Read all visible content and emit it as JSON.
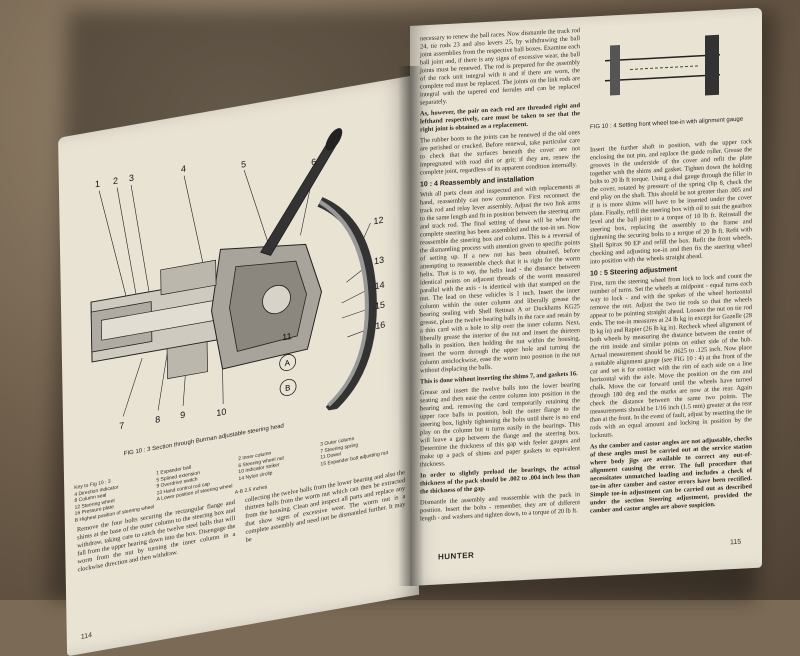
{
  "left_page": {
    "figure_caption": "FIG 10 : 3   Section through Burman adjustable steering head",
    "callouts_top": [
      "1",
      "2",
      "3",
      "4",
      "5",
      "6"
    ],
    "callouts_right": [
      "12",
      "13",
      "14",
      "15",
      "16"
    ],
    "callouts_bottom": [
      "7",
      "8",
      "9",
      "10",
      "11"
    ],
    "key": [
      "Key to Fig 10 : 3",
      "1 Expander ball",
      "2 Inner column",
      "3 Outer column",
      "4 Direction indicator",
      "5 Splined extension",
      "6 Steering wheel nut",
      "7 Steering spring",
      "8 Column seal",
      "9 Overdrive switch",
      "10 Indicator striker",
      "11 Dowel",
      "12 Steering wheel",
      "13 Hand control rod cap",
      "14 Nylon circlip",
      "15 Expander bolt adjusting nut",
      "16 Pressure plate",
      "A Lower position of steering wheel",
      "B Highest position of steering wheel",
      "A-B 2.5 inches"
    ],
    "body_left": "Remove the four bolts securing the rectangular flange and shims at the base of the outer column to the steering box and withdraw, taking care to catch the twelve steel balls that will fall from the upper bearing down into the box. Disengage the worm from the nut by turning the inner column in a clockwise direction and then withdraw.",
    "body_right": "collecting the twelve balls from the lower bearing and also the thirteen balls from the worm nut which can then be extracted from the housing. Clean and inspect all parts and replace any that show signs of excessive wear. The worm nut is a complete assembly and need not be dismantled further. It may be",
    "page_number": "114"
  },
  "right_page": {
    "figure_caption": "FIG 10 : 4   Setting front wheel toe-in with alignment gauge",
    "col1_text": "necessary to renew the ball races. Now dismantle the track rod 24, tie rods 23 and also levers 25, by withdrawing the ball joint assemblies from the respective ball boxes. Examine each ball joint and, if there is any signs of excessive wear, the ball joints must be renewed. The rod is prepared for the assembly of the rack unit integral with it and if there are worn, the complete rod must be replaced. The joints on the link rods are integral with the tapered end ferrules and can be replaced separately.",
    "col1_bold": "As, however, the pair on each rod are threaded right and lefthand respectively, care must be taken to see that the right joint is obtained as a replacement.",
    "col1_text2": "The rubber boots to the joints can be renewed if the old ones are perished or cracked. Before renewal, take particular care to check that the surfaces beneath the cover are not impregnated with road dirt or grit; if they are, renew the complete joint, regardless of its apparent condition internally.",
    "heading_reassembly": "10 : 4 Reassembly and installation",
    "col1_text3": "With all parts clean and inspected and with replacements at hand, reassembly can now commence. First reconnect the track rod and relay lever assembly. Adjust the two link arms to the same length and fit in position between the steering arm and track rod. The final setting of these will be when the complete steering has been assembled and the toe-in set. Now reassemble the steering box and column. This is a reversal of the dismantling process with attention given to specific points of setting up. If a new nut has been obtained, before attempting to reassemble check that it is right for the worm helix. That is to say, the helix lead - the distance between identical points on adjacent threads of the worm measured parallel with the axis - is identical with that stamped on the nut. The lead on these vehicles is 1 inch. Insert the inner column within the outer column and liberally grease the bearing sealing with Shell Retinax A or Duckhams KG25 grease, place the twelve bearing balls in the race and retain by a thin card with a hole to slip over the inner column. Next, liberally grease the interior of the nut and insert the thirteen balls in position, then holding the nut within the housing, insert the worm through the upper hole and turning the column anticlockwise, ease the worm into position in the nut without displacing the balls.",
    "col1_bold2": "This is done without inserting the shims 7, and gaskets 16.",
    "col1_text4": "Grease and insert the twelve balls into the lower bearing seating and then ease the centre column into position in the bearing and, removing the card temporarily retaining the upper race balls in position, bolt the outer flange to the steering box, lightly tightening the bolts until there is no end play on the column but it turns easily in the bearings. This will leave a gap between the flange and the steering box. Determine the thickness of this gap with feeler gauges and make up a pack of shims and paper gaskets to equivalent thickness.",
    "col1_bold3": "In order to slightly preload the bearings, the actual thickness of the pack should be .002 to .004 inch less than the thickness of the gap.",
    "col1_text5": "Dismantle the assembly and reassemble with the pack in position. Insert the bolts - remember, they are of different length - and washers and tighten down, to a torque of 20 lb ft.",
    "col2_text": "Insert the further shaft in position, with the upper rack enclosing the nut pin, and replace the guide roller. Grease the grooves in the underside of the cover and refit the plate together with the shims and gasket. Tighten down the holding bolts to 20 lb ft torque. Using a dial gauge through the filler in the cover, rotated by pressure of the spring clip 8, check the end play on the shaft. This should be not greater than .005 and if it is more shims will have to be inserted under the cover plate. Finally, refill the steering box with oil to suit the gearbox level and the ball joint to a torque of 10 lb ft. Reinstall the steering box, replacing the assembly to the frame and tightening the securing bolts to a torque of 20 lb ft. Refit with Shell Spirax 90 EP and refill the box. Refit the front wheels, checking and adjusting toe-in and then fix the steering wheel into position with the wheels straight ahead.",
    "heading_steering": "10 : 5 Steering adjustment",
    "col2_text2": "First, turn the steering wheel from lock to lock and count the number of turns. Set the wheels at midpoint - equal turns each way to lock - and with the spokes of the wheel horizontal remove the nut. Adjust the two tie rods so that the wheels appear to be pointing straight ahead. Loosen the nut on tie rod ends. The toe-in measures at 24 lb kg in except for Gazelle (28 lb kg in) and Rapier (26 lb kg in). Recheck wheel alignment of both wheels by measuring the distance between the centre of the rim inside and similar points on either side of the hub. Actual measurement should be .0625 to .125 inch. Now place a suitable alignment gauge (see FIG 10 : 4) at the front of the car and set it for contact with the rim of each side on a line horizontal with the axle. Move the position on the rim and chalk. Move the car forward until the wheels have turned through 180 deg and the marks are now at the rear. Again check the distance between the same two points. The measurements should be 1/16 inch (1.5 mm) greater at the rear than at the front. In the event of fault, adjust by resetting the tie rods with an equal amount and locking in position by the locknuts.",
    "col2_bold": "As the camber and castor angles are not adjustable, checks of these angles must be carried out at the service station where body jigs are available to correct any out-of-alignment causing the error. The full procedure that necessitates unmatched loading and includes a check of toe-in after camber and castor errors have been rectified. Simple toe-in adjustment can be carried out as described under the section Steering adjustment, provided the camber and castor angles are above suspicion.",
    "page_number": "115",
    "footer_title": "HUNTER"
  }
}
